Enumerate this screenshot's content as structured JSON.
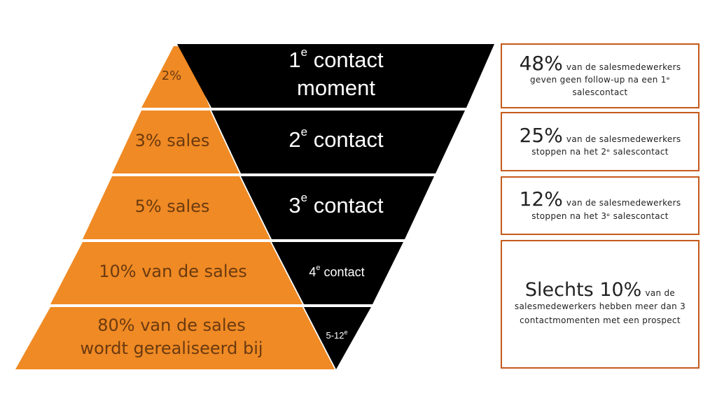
{
  "colors": {
    "pyramid": "#f08a24",
    "inverted": "#000000",
    "box_border": "#c55a1b"
  },
  "pyramid_levels": [
    {
      "label": "2%"
    },
    {
      "label": "3% sales"
    },
    {
      "label": "5% sales"
    },
    {
      "label": "10% van de sales"
    },
    {
      "label_line1": "80% van de sales",
      "label_line2": "wordt gerealiseerd bij"
    }
  ],
  "contact_levels": [
    {
      "number": "1",
      "sup": "e",
      "text_line1": "contact",
      "text_line2": "moment"
    },
    {
      "number": "2",
      "sup": "e",
      "text": "contact"
    },
    {
      "number": "3",
      "sup": "e",
      "text": "contact"
    },
    {
      "number": "4",
      "sup": "e",
      "text": "contact"
    },
    {
      "number": "5-12",
      "sup": "e"
    }
  ],
  "stat_boxes": [
    {
      "percent": "48%",
      "rest": "van de salesmedewerkers",
      "line2": "geven geen follow-up na een 1ᵉ salescontact"
    },
    {
      "percent": "25%",
      "rest": "van de salesmedewerkers",
      "line2": "stoppen na het 2ᵉ salescontact"
    },
    {
      "percent": "12%",
      "rest": "van de salesmedewerkers",
      "line2": "stoppen na het 3ᵉ salescontact"
    },
    {
      "percent": "Slechts 10%",
      "rest": "van de",
      "line2": "salesmedewerkers hebben meer dan 3 contactmomenten met een prospect"
    }
  ]
}
